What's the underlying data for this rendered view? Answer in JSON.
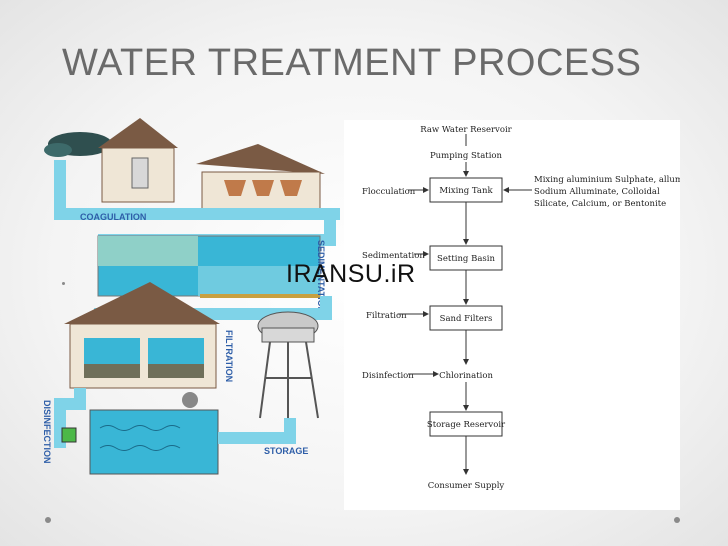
{
  "slide": {
    "title": "WATER TREATMENT PROCESS",
    "watermark": "IRANSU.iR"
  },
  "illustration": {
    "stages": [
      "COAGULATION",
      "SEDIMENTATION",
      "FILTRATION",
      "DISINFECTION",
      "STORAGE"
    ],
    "colors": {
      "water": "#39b6d6",
      "pipe": "#7fd3e8",
      "building": "#efe6d6",
      "roof": "#7a5a44"
    }
  },
  "flowchart": {
    "nodes": {
      "raw_water": "Raw Water Reservoir",
      "pumping": "Pumping Station",
      "mixing": "Mixing Tank",
      "settling": "Setting Basin",
      "sand": "Sand Filters",
      "chlorination": "Chlorination",
      "storage": "Storage Reservoir",
      "consumer": "Consumer Supply"
    },
    "side_labels": {
      "flocculation": "Flocculation",
      "sedimentation": "Sedimentation",
      "filtration": "Filtration",
      "disinfection": "Disinfection"
    },
    "chemicals_note": [
      "Mixing aluminium Sulphate, allum,",
      "Sodium Alluminate, Colloidal",
      "Silicate, Calcium, or Bentonite"
    ]
  }
}
